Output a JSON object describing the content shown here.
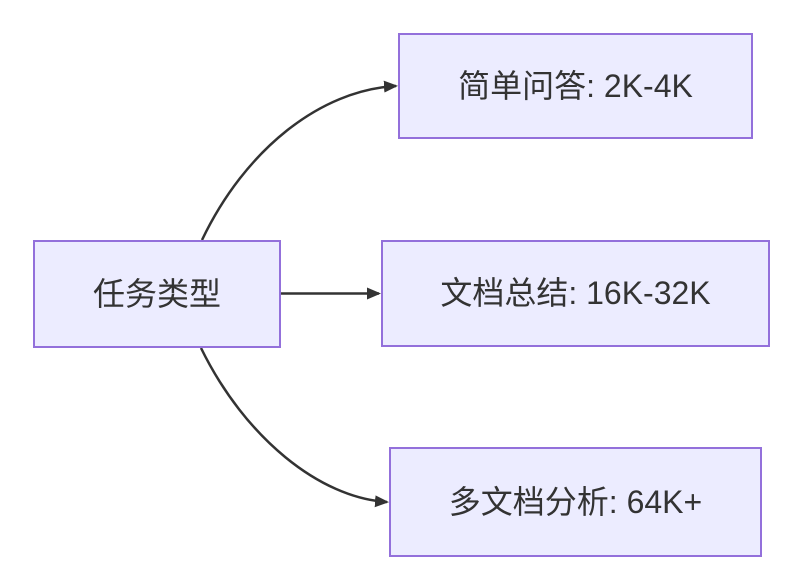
{
  "diagram": {
    "type": "flowchart-lr",
    "root": {
      "label": "任务类型"
    },
    "branches": [
      {
        "label": "简单问答: 2K-4K"
      },
      {
        "label": "文档总结: 16K-32K"
      },
      {
        "label": "多文档分析: 64K+"
      }
    ],
    "colors": {
      "background": "#FFFFFF",
      "node_fill": "#ECECFF",
      "node_border": "#9370DB",
      "edge": "#333333",
      "text": "#333333"
    }
  }
}
